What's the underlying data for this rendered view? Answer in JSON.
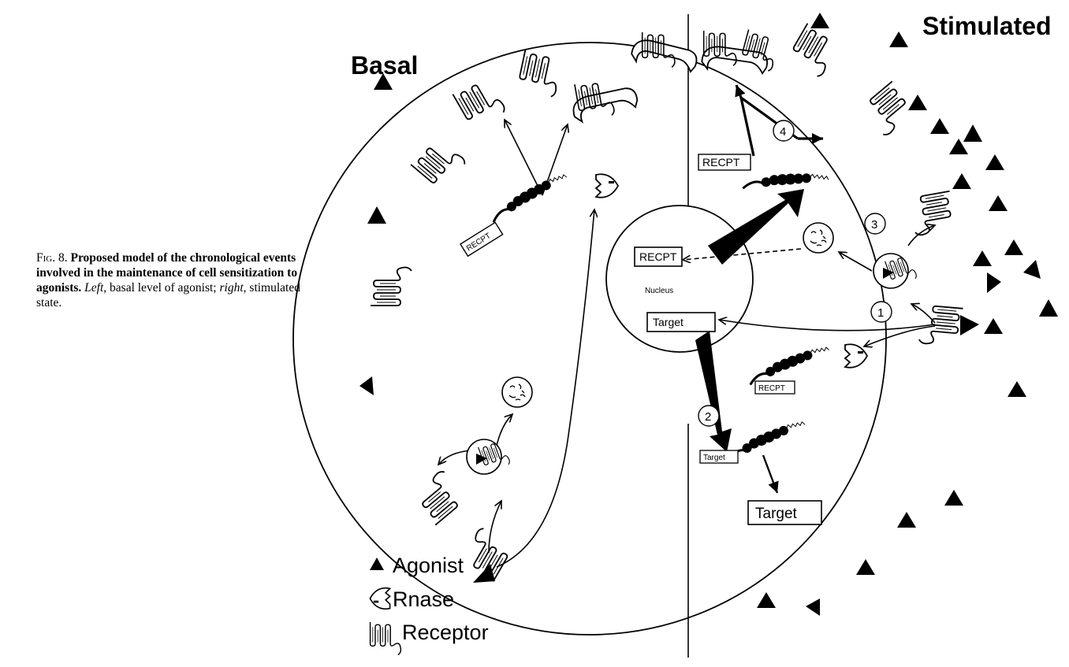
{
  "caption": {
    "fig_label": "Fig. 8.",
    "title": "Proposed model of the chronological events involved in the maintenance of cell sensitization to agonists.",
    "left_label": "Left",
    "left_text": ", basal level of agonist;",
    "right_label": "right",
    "right_text": ", stimulated state."
  },
  "diagram": {
    "basal_label": "Basal",
    "stimulated_label": "Stimulated",
    "nucleus_label": "Nucleus",
    "recpt_label": "RECPT",
    "target_label": "Target",
    "steps": [
      "1",
      "2",
      "3",
      "4"
    ]
  },
  "legend": {
    "agonist": "Agonist",
    "rnase": "Rnase",
    "receptor": "Receptor"
  }
}
